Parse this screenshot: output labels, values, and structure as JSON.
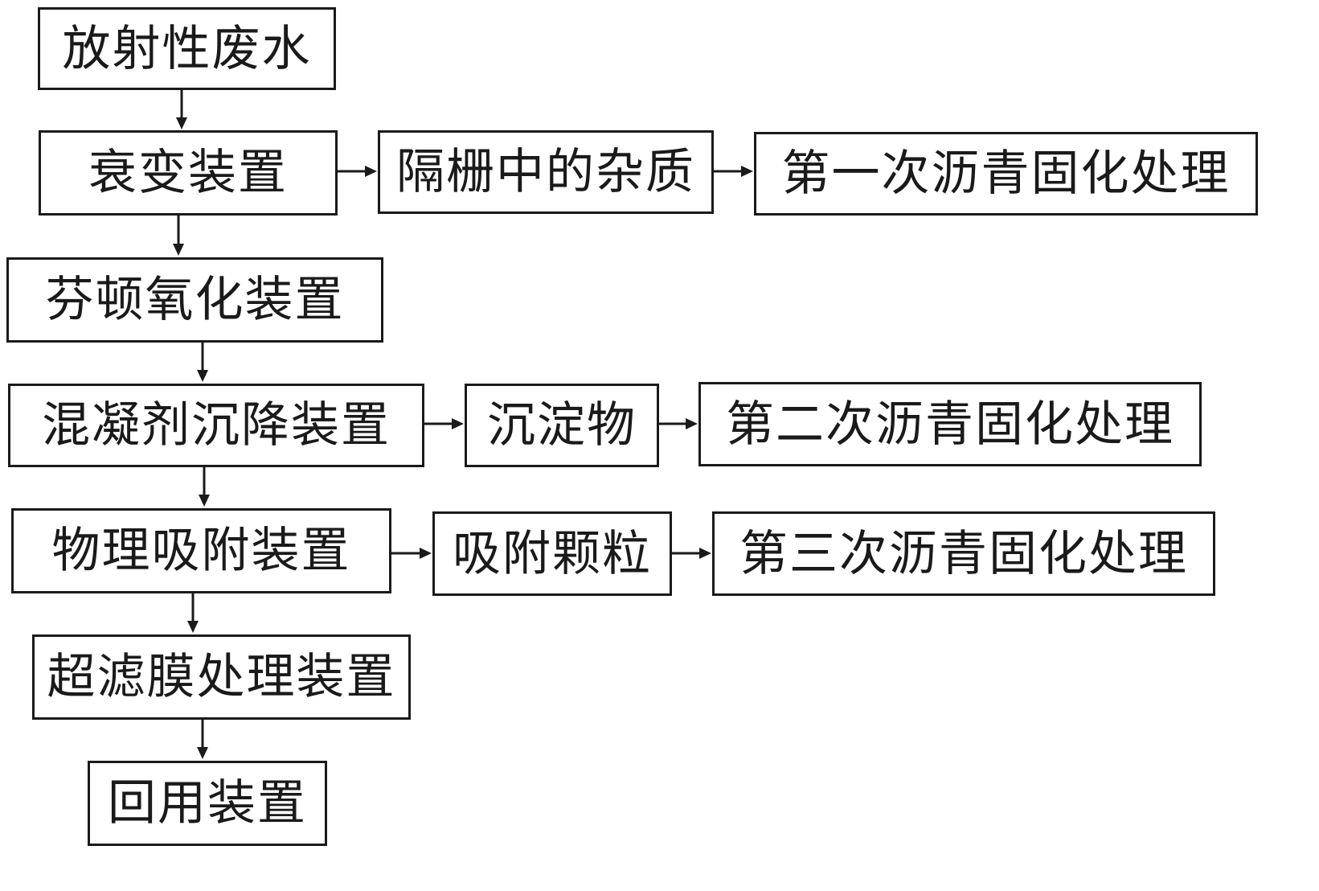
{
  "flowchart": {
    "nodes": {
      "radioactive_wastewater": "放射性废水",
      "decay_device": "衰变装置",
      "screen_impurities": "隔栅中的杂质",
      "first_asphalt_solidification": "第一次沥青固化处理",
      "fenton_oxidation_device": "芬顿氧化装置",
      "coagulant_sedimentation_device": "混凝剂沉降装置",
      "precipitate": "沉淀物",
      "second_asphalt_solidification": "第二次沥青固化处理",
      "physical_adsorption_device": "物理吸附装置",
      "adsorption_particles": "吸附颗粒",
      "third_asphalt_solidification": "第三次沥青固化处理",
      "ultrafiltration_membrane_device": "超滤膜处理装置",
      "reuse_device": "回用装置"
    }
  }
}
